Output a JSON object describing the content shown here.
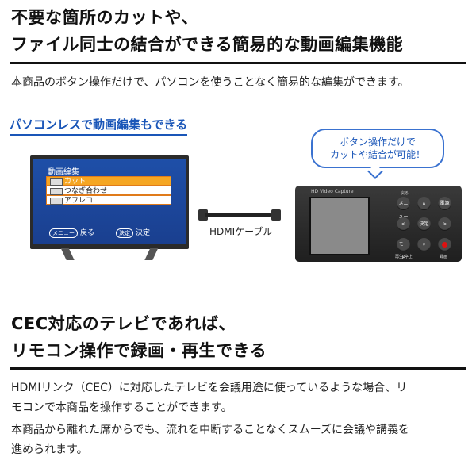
{
  "section1": {
    "title_line1": "不要な箇所のカットや、",
    "title_line2": "ファイル同士の結合ができる簡易的な動画編集機能",
    "description": "本商品のボタン操作だけで、パソコンを使うことなく簡易的な編集ができます。",
    "subheading": "パソコンレスで動画編集もできる"
  },
  "tv": {
    "menu_title": "動画編集",
    "items": [
      "カット",
      "つなぎ合わせ",
      "アフレコ"
    ],
    "back_label": "戻る",
    "back_key": "メニュー",
    "confirm_label": "決定",
    "confirm_key": "決定"
  },
  "hdmi_label": "HDMIケーブル",
  "bubble": {
    "line1": "ボタン操作だけで",
    "line2": "カットや結合が可能！"
  },
  "device": {
    "brand": "HD Video Capture",
    "buttons": {
      "back": "戻る",
      "menu": "メニュー",
      "up": "∧",
      "power": "電源",
      "left": "<",
      "ok": "決定",
      "right": ">",
      "mode": "モード",
      "down": "∨"
    },
    "labels": {
      "play": "再生/停止",
      "rec": "録画"
    }
  },
  "section2": {
    "title_line1": "CEC対応のテレビであれば、",
    "title_line2": "リモコン操作で録画・再生できる",
    "para1_line1": "HDMIリンク（CEC）に対応したテレビを会議用途に使っているような場合、リ",
    "para1_line2": "モコンで本商品を操作することができます。",
    "para2_line1": "本商品から離れた席からでも、流れを中断することなくスムーズに会議や講義を",
    "para2_line2": "進められます。"
  },
  "colors": {
    "accent_blue": "#1a56b8",
    "tv_screen": "#1e4fa8",
    "selected_item": "#f5a623"
  }
}
